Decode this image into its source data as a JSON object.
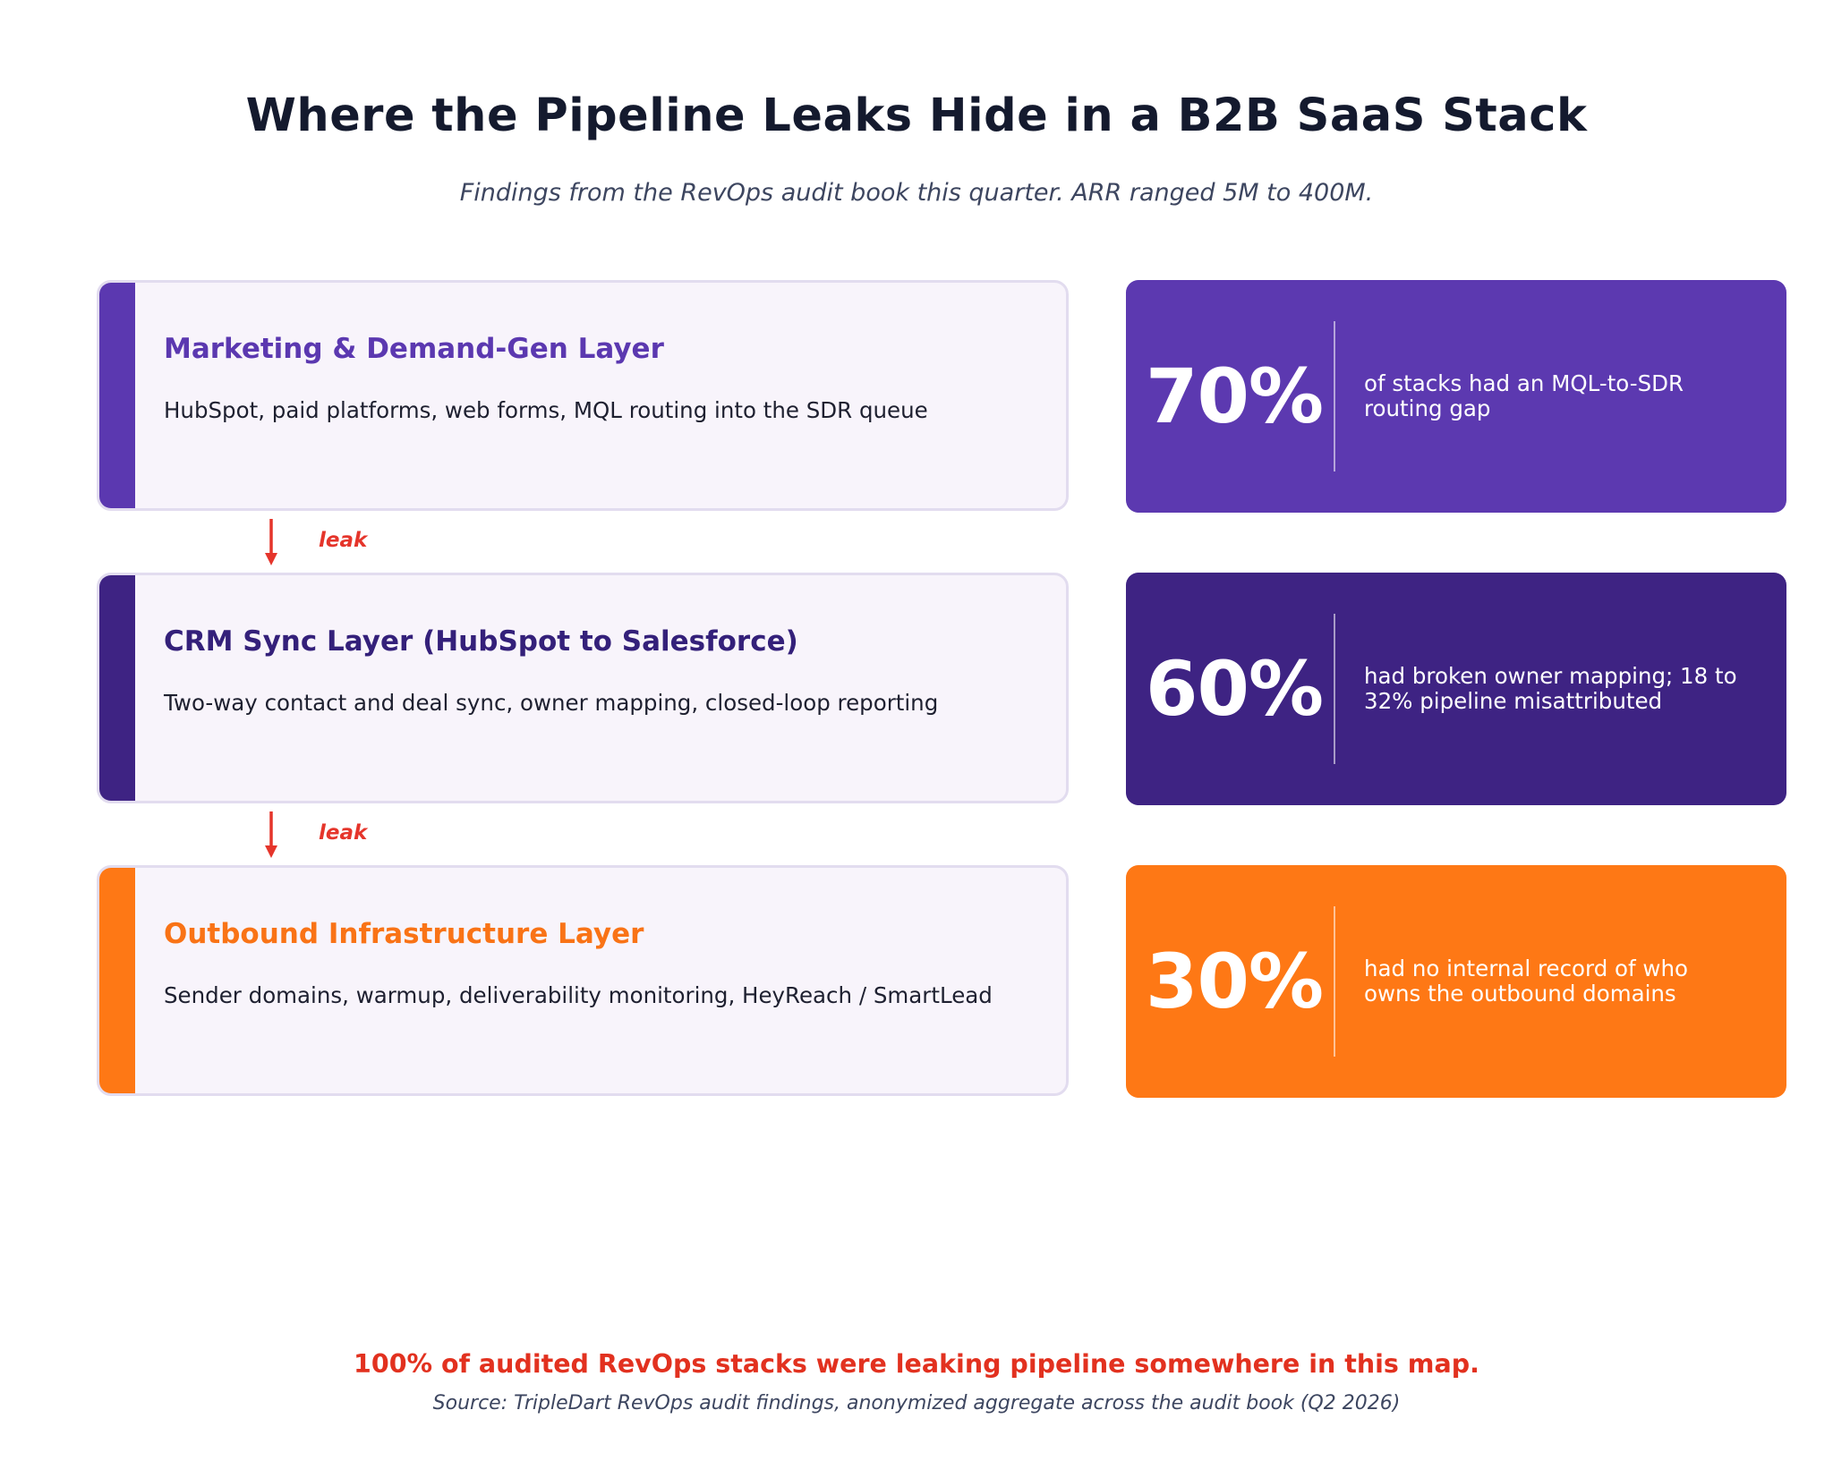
{
  "header": {
    "title": "Where the Pipeline Leaks Hide in a B2B SaaS Stack",
    "subtitle": "Findings from the RevOps audit book this quarter. ARR ranged 5M to 400M."
  },
  "layers": [
    {
      "title": "Marketing & Demand-Gen Layer",
      "description": "HubSpot, paid platforms, web forms, MQL routing into the SDR queue",
      "accent_color": "#5b38b0",
      "title_color": "#5b38b0",
      "stat_value": "70%",
      "stat_text": "of stacks had an MQL-to-SDR routing gap",
      "stat_bg": "#5c39b0"
    },
    {
      "title": "CRM Sync Layer (HubSpot to Salesforce)",
      "description": "Two-way contact and deal sync, owner mapping, closed-loop reporting",
      "accent_color": "#3e2383",
      "title_color": "#34207a",
      "stat_value": "60%",
      "stat_text": "had broken owner mapping; 18 to 32% pipeline misattributed",
      "stat_bg": "#3e2383"
    },
    {
      "title": "Outbound Infrastructure Layer",
      "description": "Sender domains, warmup, deliverability monitoring, HeyReach / SmartLead",
      "accent_color": "#fe7815",
      "title_color": "#f97316",
      "stat_value": "30%",
      "stat_text": "had no internal record of who owns the outbound domains",
      "stat_bg": "#fe7815"
    }
  ],
  "connectors": [
    {
      "label": "leak",
      "color": "#e5352b"
    },
    {
      "label": "leak",
      "color": "#e5352b"
    }
  ],
  "footer": {
    "callout": "100% of audited RevOps stacks were leaking pipeline somewhere in this map.",
    "source": "Source: TripleDart RevOps audit findings, anonymized aggregate across the audit book (Q2 2026)"
  }
}
